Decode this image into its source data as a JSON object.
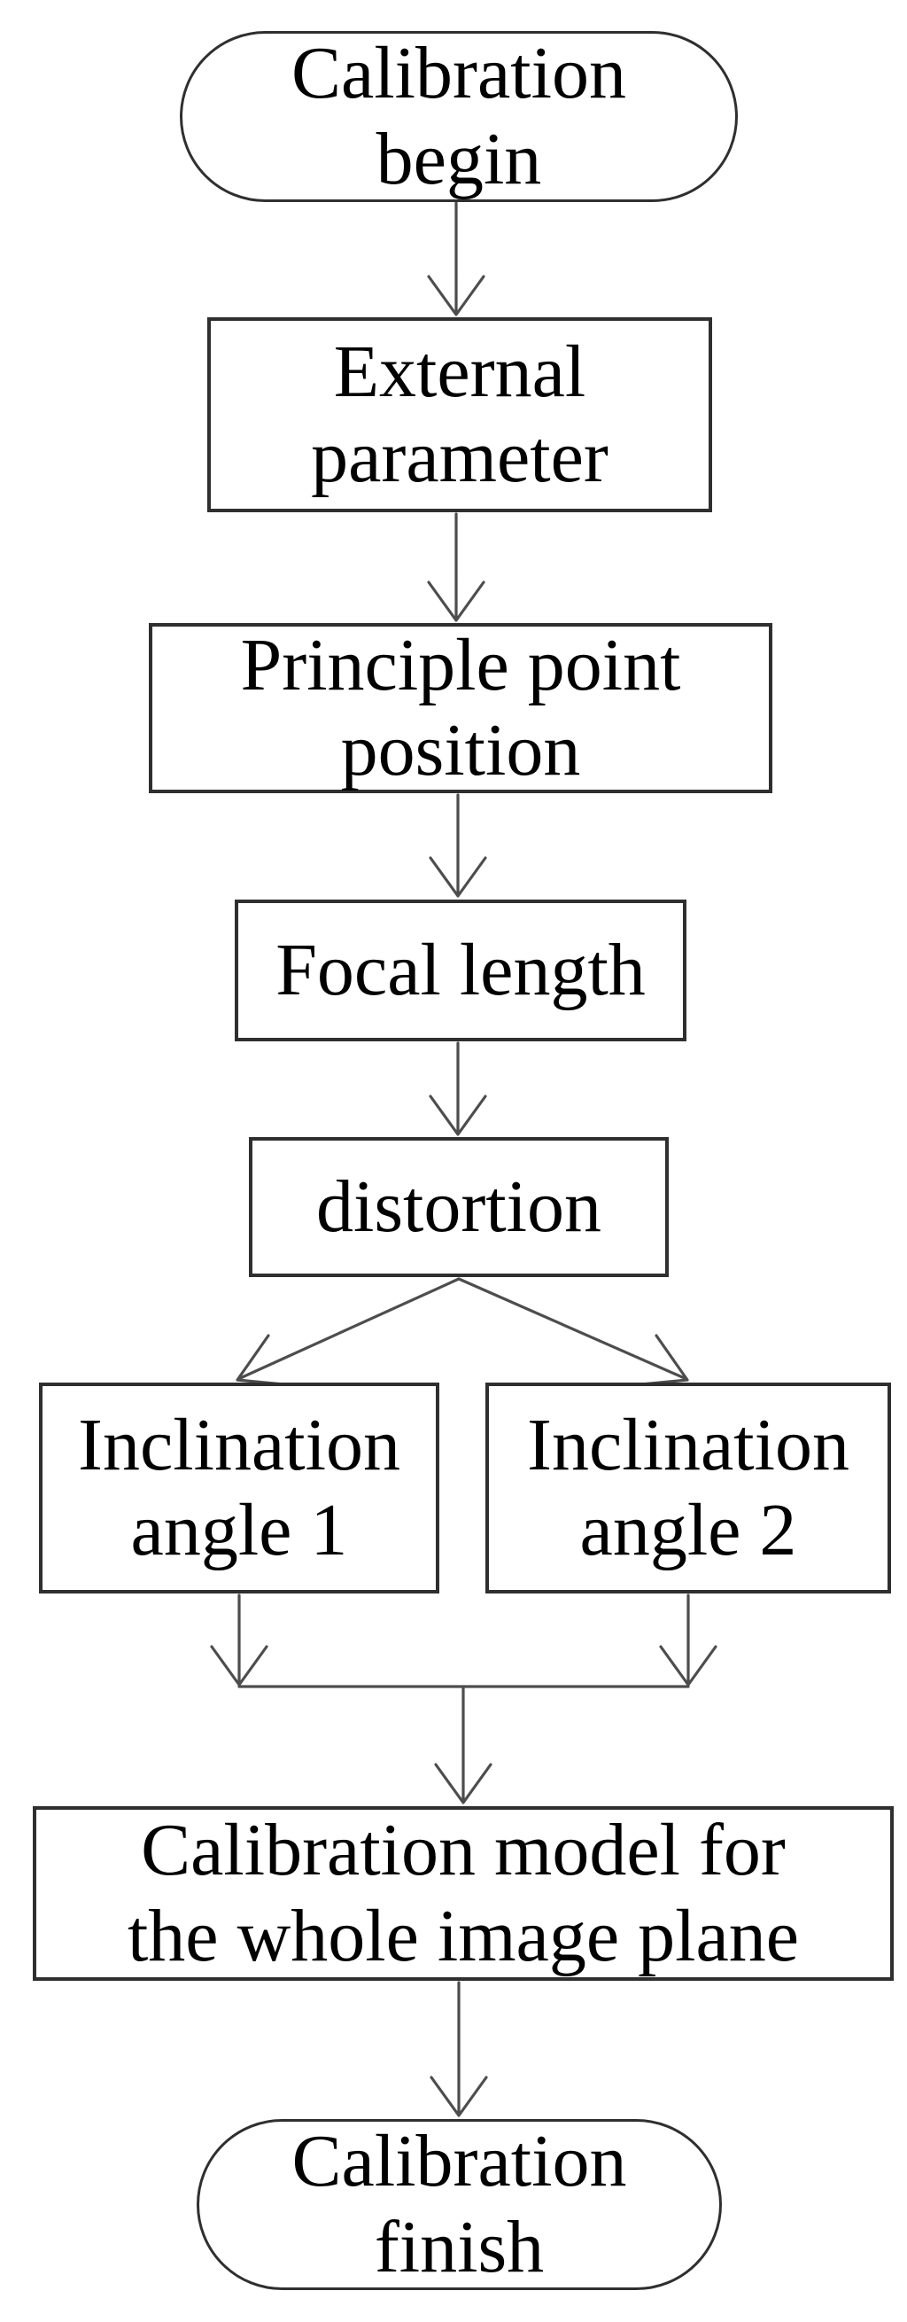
{
  "diagram": {
    "type": "flowchart",
    "background": "#ffffff",
    "colors": {
      "node_border": "#2f2f2f",
      "node_fill": "#ffffff",
      "arrow": "#4d4d4d",
      "text": "#000000"
    },
    "nodes": [
      {
        "id": "calibration-begin",
        "shape": "stadium",
        "label": "Calibration\nbegin"
      },
      {
        "id": "external-parameter",
        "shape": "process",
        "label": "External\nparameter"
      },
      {
        "id": "principle-point-position",
        "shape": "process",
        "label": "Principle point\nposition"
      },
      {
        "id": "focal-length",
        "shape": "process",
        "label": "Focal length"
      },
      {
        "id": "distortion",
        "shape": "process",
        "label": "distortion"
      },
      {
        "id": "inclination-angle-1",
        "shape": "process",
        "label": "Inclination\nangle 1"
      },
      {
        "id": "inclination-angle-2",
        "shape": "process",
        "label": "Inclination\nangle 2"
      },
      {
        "id": "calibration-model",
        "shape": "process",
        "label": "Calibration model for\nthe whole image plane"
      },
      {
        "id": "calibration-finish",
        "shape": "stadium",
        "label": "Calibration\nfinish"
      }
    ],
    "edges": [
      {
        "from": "calibration-begin",
        "to": "external-parameter"
      },
      {
        "from": "external-parameter",
        "to": "principle-point-position"
      },
      {
        "from": "principle-point-position",
        "to": "focal-length"
      },
      {
        "from": "focal-length",
        "to": "distortion"
      },
      {
        "from": "distortion",
        "to": "inclination-angle-1"
      },
      {
        "from": "distortion",
        "to": "inclination-angle-2"
      },
      {
        "from": "inclination-angle-1",
        "to": "merge-junction"
      },
      {
        "from": "inclination-angle-2",
        "to": "merge-junction"
      },
      {
        "from": "merge-junction",
        "to": "calibration-model"
      },
      {
        "from": "calibration-model",
        "to": "calibration-finish"
      }
    ]
  }
}
